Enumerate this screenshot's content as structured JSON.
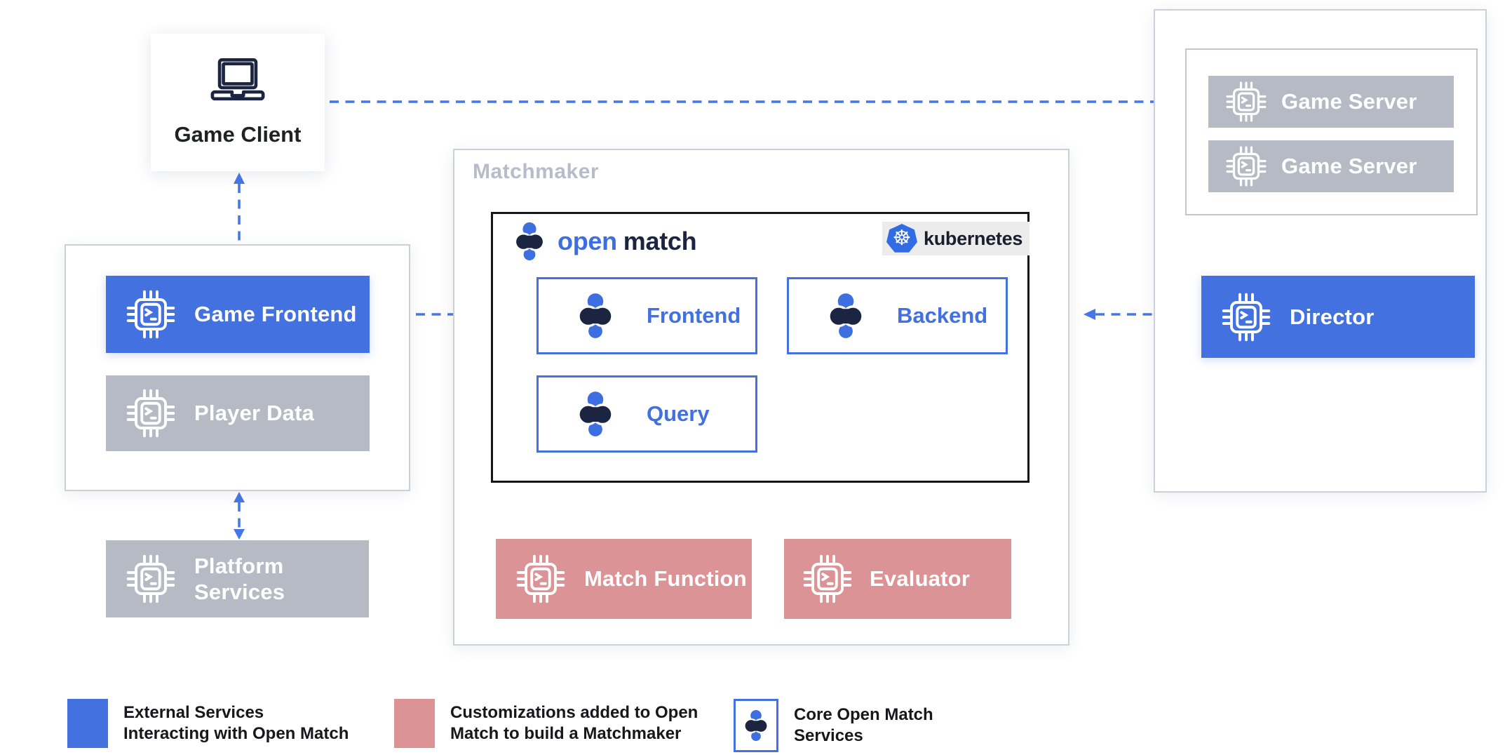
{
  "colors": {
    "blue": "#4372e0",
    "gray": "#b6bac4",
    "pink": "#db9396",
    "arrow_blue": "#4677e8",
    "navy": "#1b2441",
    "kubernetes_blue": "#326ce5",
    "group_border": "#cdd0d9",
    "matchmaker_label_gray": "#b7bcca"
  },
  "game_client": {
    "label": "Game Client",
    "icon": "laptop-icon"
  },
  "client_group": {
    "game_frontend_label": "Game Frontend",
    "player_data_label": "Player Data",
    "icon": "chip-icon"
  },
  "platform_services": {
    "line1": "Platform",
    "line2": "Services",
    "icon": "chip-icon"
  },
  "matchmaker": {
    "title": "Matchmaker",
    "open_match_logo": {
      "word_open": "open",
      "word_match": "match",
      "icon": "open-match-mark-icon"
    },
    "kubernetes": {
      "label": "kubernetes",
      "icon": "kubernetes-wheel-icon",
      "wheel_glyph": "☸"
    },
    "frontend_label": "Frontend",
    "backend_label": "Backend",
    "query_label": "Query",
    "match_function_label": "Match Function",
    "evaluator_label": "Evaluator"
  },
  "server_group": {
    "game_server_1_label": "Game Server",
    "game_server_2_label": "Game Server",
    "director_label": "Director",
    "icon": "chip-icon"
  },
  "legend": {
    "external": {
      "line1": "External Services",
      "line2": "Interacting with Open Match"
    },
    "customizations": {
      "line1": "Customizations added to Open",
      "line2": "Match to build a Matchmaker"
    },
    "core": {
      "line1": "Core Open Match",
      "line2": "Services"
    }
  }
}
